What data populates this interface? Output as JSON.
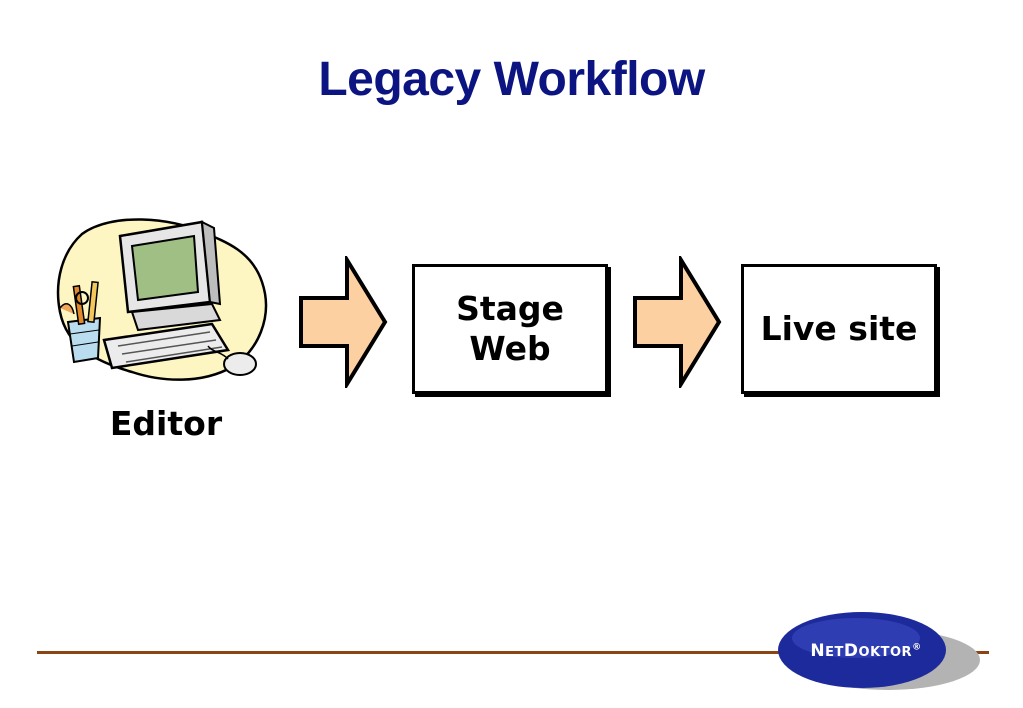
{
  "slide": {
    "title": "Legacy Workflow"
  },
  "diagram": {
    "editor_label": "Editor",
    "stage_label": "Stage\nWeb",
    "live_label": "Live site",
    "arrow_color": "#fdd0a2",
    "title_color": "#0b1480"
  },
  "logo": {
    "text_cap1": "N",
    "text_rest1": "ET",
    "text_cap2": "D",
    "text_rest2": "OKTOR",
    "reg": "®"
  },
  "icons": [
    "computer-clipart-icon",
    "right-arrow-icon"
  ]
}
